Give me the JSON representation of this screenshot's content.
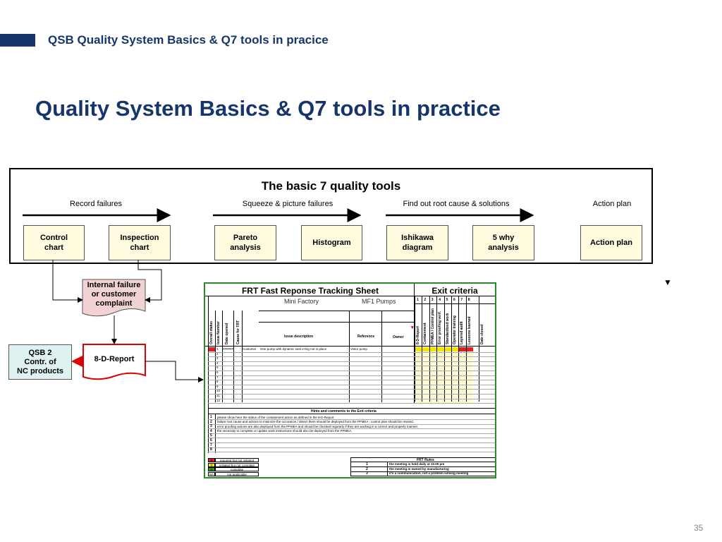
{
  "header": {
    "breadcrumb": "QSB Quality System Basics & Q7 tools  in pracice"
  },
  "page": {
    "title": "Quality System Basics & Q7 tools in practice",
    "number": "35"
  },
  "tools_box": {
    "title": "The basic 7 quality tools",
    "phases": [
      "Record failures",
      "Squeeze & picture failures",
      "Find out  root cause & solutions",
      "Action plan"
    ],
    "tools": [
      "Control\nchart",
      "Inspection\nchart",
      "Pareto\nanalysis",
      "Histogram",
      "Ishikawa\ndiagram",
      "5 why\nanalysis",
      "Action plan"
    ]
  },
  "flow": {
    "trigger": "Internal failure\nor customer\ncomplaint",
    "report": "8-D-Report",
    "qsb": "QSB 2\nContr. of\nNC products",
    "marker": "▼"
  },
  "frt_sheet": {
    "title": "FRT Fast Reponse Tracking Sheet",
    "exit_title": "Exit criteria",
    "subtitle_left": "Mini Factory",
    "subtitle_right": "MF1 Pumps",
    "vertical_headers": [
      "Overall status",
      "Issue Number",
      "Date opened",
      "Cause for FRT"
    ],
    "headers": [
      "Issue description",
      "Reference",
      "Owner"
    ],
    "exit_numbers": [
      "1",
      "2",
      "3",
      "4",
      "5",
      "6",
      "7",
      "8"
    ],
    "exit_headers": [
      "8-D-Report",
      "Containment",
      "PFMEA / Control plan",
      "Error proofing verif.",
      "Standardized work",
      "Operator training",
      "Layered audit",
      "Lessons learned",
      "Date closed"
    ],
    "first_row": {
      "number": "1",
      "date": "######",
      "cause": "Customer",
      "description": "One pump with dynamic seal o'ring not in place",
      "reference": "Vistor pump"
    },
    "row_numbers": [
      "2",
      "3",
      "4",
      "5",
      "6",
      "7",
      "8",
      "9",
      "10",
      "11",
      "12"
    ],
    "hints_title": "Hints and comments to the Exit criteria",
    "hints": [
      "please show here the status of the containment action as defined in the 8-D-Report",
      "failure root cause and actions to minimize the occurance / detect them should be deployed from the PFMEA ; control plan should be revised.",
      "error proofing actions are also deployed from the PFMEA and should be checked regurarly if they are working in a correct and properly manner.",
      "the necessity to complete or update work instructions should also be deployed from the PFMEA."
    ],
    "hint_numbers": [
      "1",
      "2",
      "3",
      "4",
      "5",
      "6",
      "7",
      "8"
    ],
    "legend": [
      {
        "code": "R",
        "text": "required but not initiated",
        "color": "#e02020"
      },
      {
        "code": "Y",
        "text": "initiated but not complete",
        "color": "#f4e500"
      },
      {
        "code": "G",
        "text": "complete",
        "color": "#2aa02a"
      },
      {
        "code": "NA",
        "text": "not applicable",
        "color": "#ffffff"
      }
    ],
    "rules_title": "FRT Rules",
    "rules": [
      {
        "n": "1",
        "text": "the meeting is hold daily  at 10.00 pm"
      },
      {
        "n": "2",
        "text": "the meeting is owned by manufacturing"
      },
      {
        "n": "3",
        "text": "it's a communication, not a problem solving meeting"
      }
    ]
  }
}
